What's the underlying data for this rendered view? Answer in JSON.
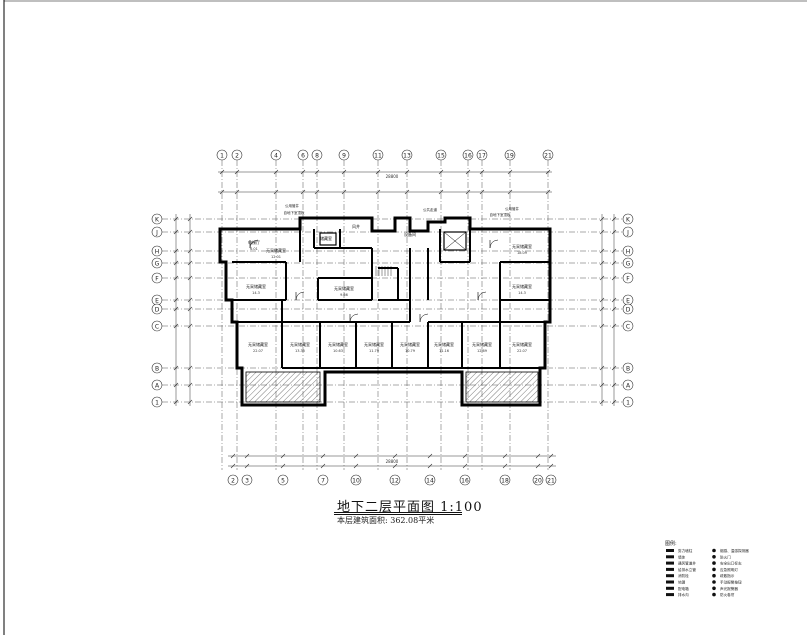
{
  "drawing": {
    "title": "地下二层平面图 1:100",
    "area_note": "本层建筑面积: 362.08平米",
    "axes_top": [
      "1",
      "2",
      "4",
      "6",
      "8",
      "9",
      "11",
      "13",
      "15",
      "16",
      "17",
      "19",
      "21"
    ],
    "axes_bottom": [
      "2",
      "3",
      "5",
      "7",
      "10",
      "12",
      "14",
      "16",
      "18",
      "20",
      "21"
    ],
    "axes_rows": [
      "K",
      "J",
      "H",
      "G",
      "F",
      "E",
      "D",
      "C",
      "B",
      "A",
      "1"
    ],
    "top_total_dim": "28800",
    "bottom_total_dim": "28800"
  },
  "rooms": [
    {
      "label": "电梯厅",
      "area": "6.01"
    },
    {
      "label": "设备间",
      "area": ""
    },
    {
      "label": "风井",
      "area": ""
    },
    {
      "label": "储藏室",
      "area": ""
    },
    {
      "label": "无采储藏室",
      "area": "14.3"
    },
    {
      "label": "无采储藏室",
      "area": "9.66"
    },
    {
      "label": "无采储藏室",
      "area": "14.3"
    },
    {
      "label": "无采储藏室",
      "area": "18.09"
    },
    {
      "label": "无采储藏室",
      "area": "12.01"
    },
    {
      "label": "无采储藏室",
      "area": "22.07"
    },
    {
      "label": "无采储藏室",
      "area": "13.35"
    },
    {
      "label": "无采储藏室",
      "area": "10.63"
    },
    {
      "label": "无采储藏室",
      "area": "11.79"
    },
    {
      "label": "无采储藏室",
      "area": "10.79"
    },
    {
      "label": "无采储藏室",
      "area": "11.16"
    },
    {
      "label": "无采储藏室",
      "area": "12.69"
    },
    {
      "label": "无采储藏室",
      "area": "22.07"
    }
  ],
  "notes": {
    "top_left_1": "公用管井",
    "top_left_2": "自地下室顶板",
    "top_right_1": "公用管井",
    "top_right_2": "自地下室顶板",
    "center_tag": "公共走道"
  },
  "legend": {
    "title": "图例:",
    "left_items": [
      "剪力墙柱",
      "墙体",
      "通风管道井",
      "给排水立管",
      "消防栓",
      "地漏",
      "配电箱",
      "排水沟"
    ],
    "right_items": [
      "烟感、温感探测器",
      "防火门",
      "安全出口标志",
      "应急照明灯",
      "疏散指示",
      "手动报警按钮",
      "声光报警器",
      "防火卷帘"
    ]
  }
}
